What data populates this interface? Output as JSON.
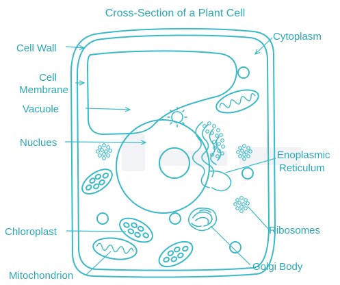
{
  "title": "Cross-Section of a Plant Cell",
  "labels": {
    "cell_wall": "Cell Wall",
    "cell_membrane_line1": "Cell",
    "cell_membrane_line2": "Membrane",
    "vacuole": "Vacuole",
    "nucleus": "Nuclues",
    "chloroplast": "Chloroplast",
    "mitochondrion": "Mitochondrion",
    "cytoplasm": "Cytoplasm",
    "er_line1": "Enoplasmic",
    "er_line2": "Reticulum",
    "ribosomes": "Ribosomes",
    "golgi": "Golgi Body"
  },
  "colors": {
    "stroke": "#3bb9c6",
    "label_text": "#2aa7b6",
    "watermark": "#f1f3f6"
  }
}
